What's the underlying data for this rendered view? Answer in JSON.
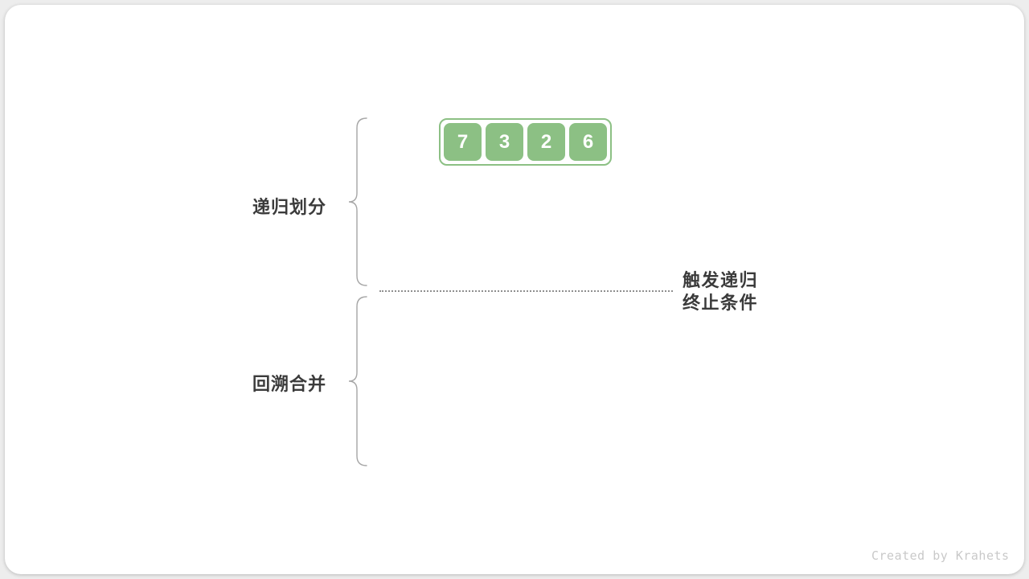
{
  "array": {
    "values": [
      "7",
      "3",
      "2",
      "6"
    ]
  },
  "phases": {
    "divide_label": "递归划分",
    "merge_label": "回溯合并"
  },
  "terminate": {
    "line1": "触发递归",
    "line2": "终止条件"
  },
  "footer": {
    "credit": "Created by Krahets"
  },
  "colors": {
    "cell_green": "#8cc084",
    "label_text": "#3b3b3b",
    "brace_gray": "#a6a6a6",
    "dotted_line_gray": "#8f8f8f",
    "page_background": "#ededed",
    "card_background": "#ffffff",
    "footer_text": "#c9c9c9"
  }
}
